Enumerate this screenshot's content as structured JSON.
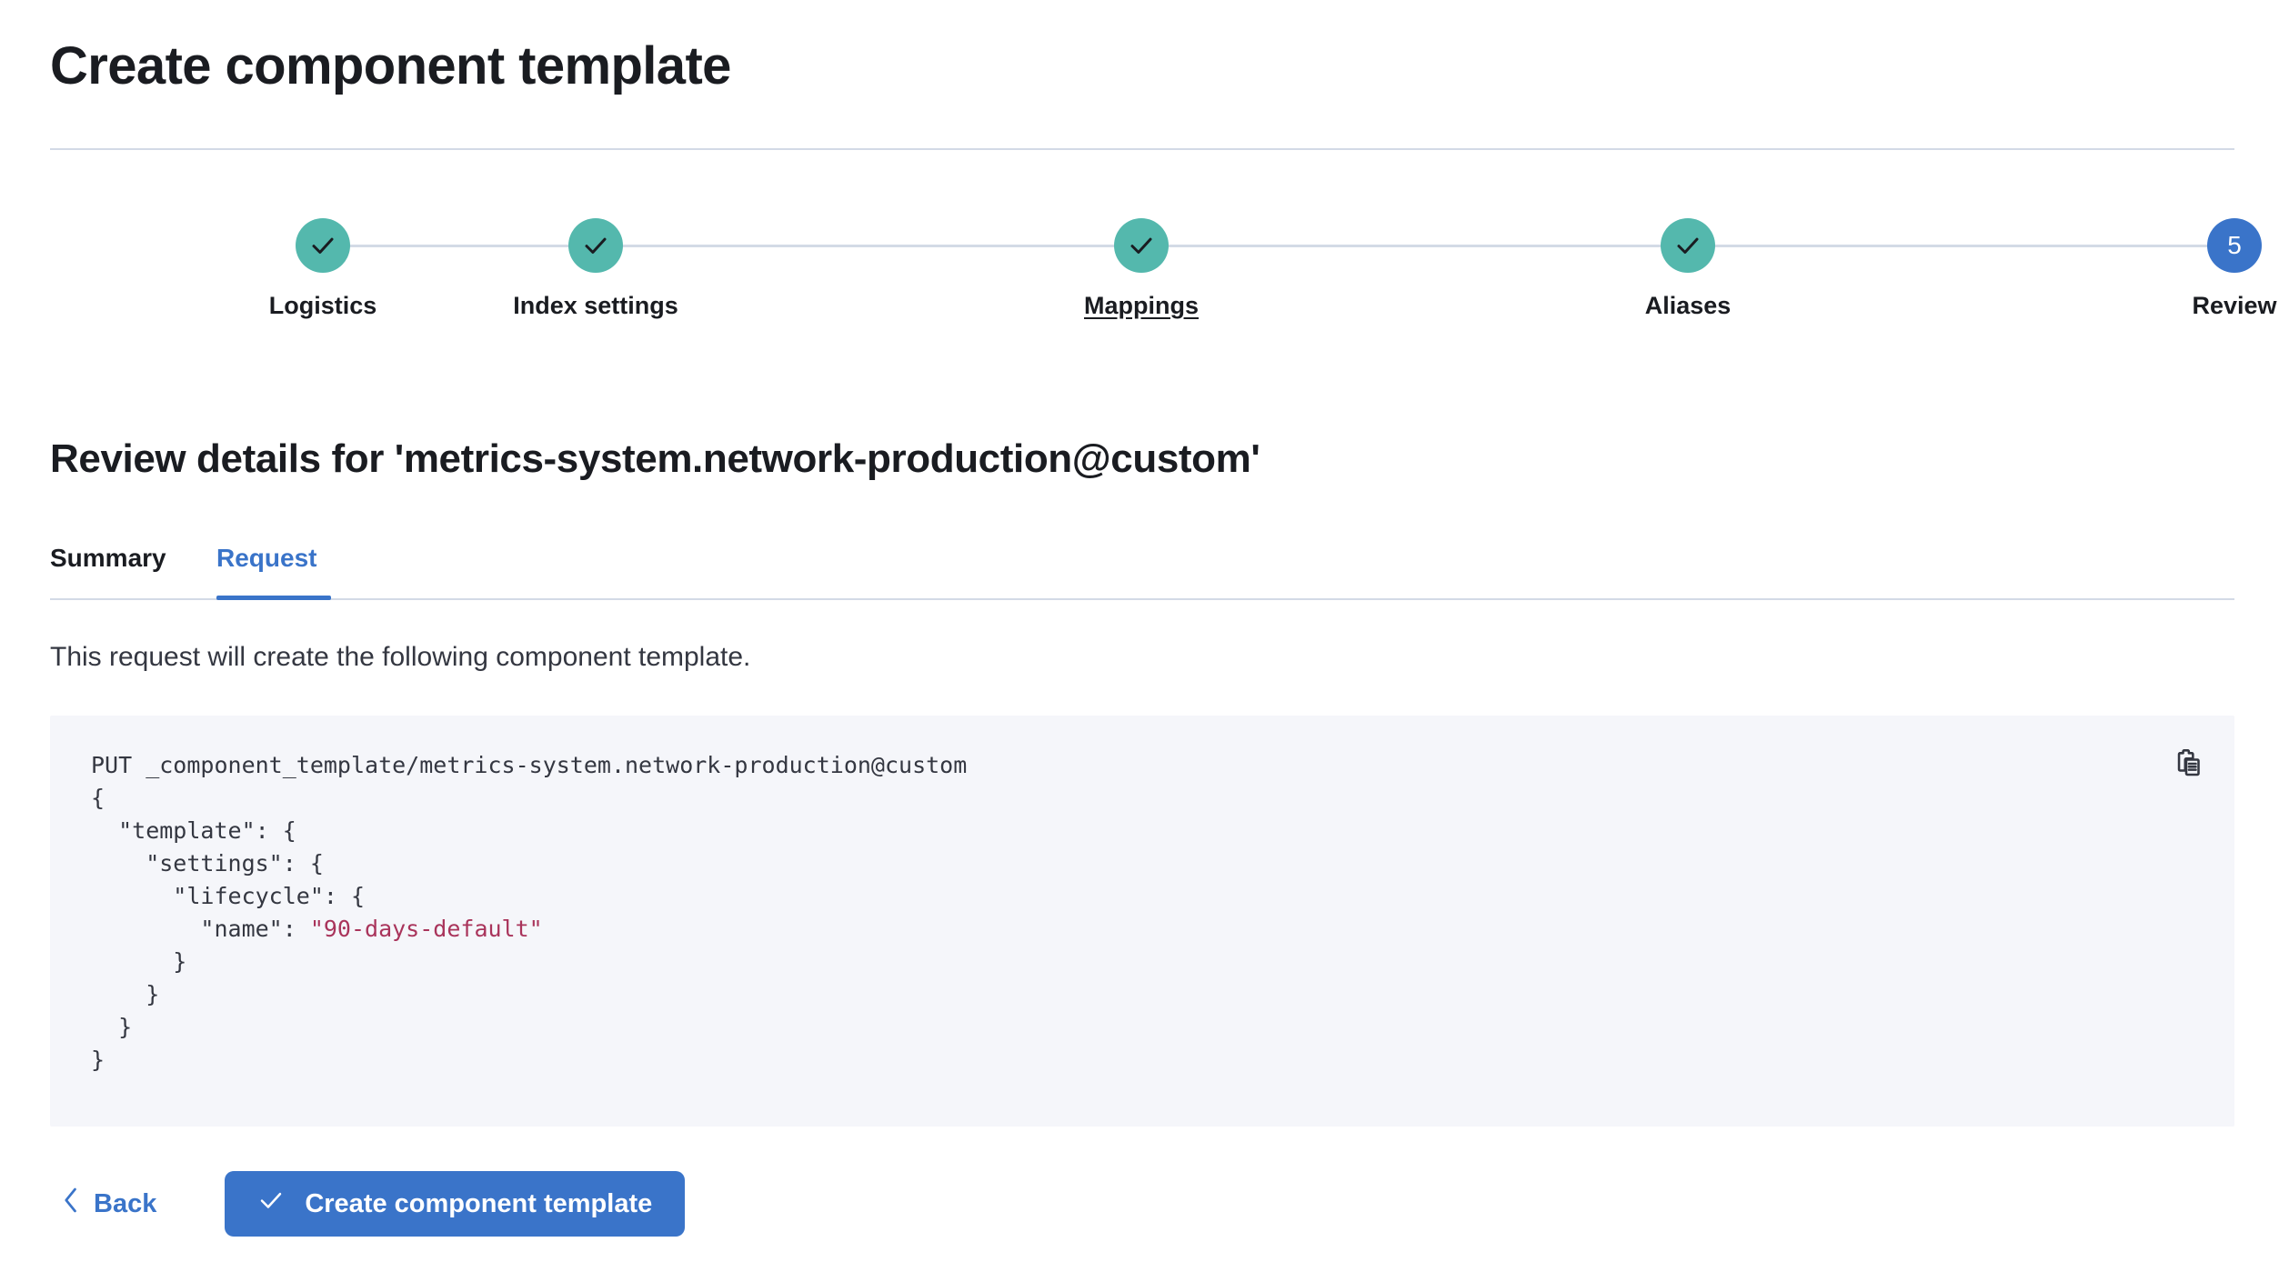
{
  "header": {
    "title": "Create component template"
  },
  "stepper": {
    "steps": [
      {
        "label": "Logistics",
        "state": "done",
        "icon": "check-icon",
        "number": "1"
      },
      {
        "label": "Index settings",
        "state": "done",
        "icon": "check-icon",
        "number": "2"
      },
      {
        "label": "Mappings",
        "state": "done",
        "icon": "check-icon",
        "number": "3",
        "hovered": true
      },
      {
        "label": "Aliases",
        "state": "done",
        "icon": "check-icon",
        "number": "4"
      },
      {
        "label": "Review",
        "state": "current",
        "icon": "number",
        "number": "5"
      }
    ],
    "colors": {
      "done": "#54b8ad",
      "current": "#3a74c9",
      "line": "#d3dae6"
    }
  },
  "review": {
    "section_title": "Review details for 'metrics-system.network-production@custom'",
    "tabs": [
      {
        "label": "Summary",
        "active": false
      },
      {
        "label": "Request",
        "active": true
      }
    ],
    "description": "This request will create the following component template."
  },
  "request": {
    "copy_icon": "clipboard-copy-icon",
    "method_line": "PUT _component_template/metrics-system.network-production@custom",
    "body_lines": [
      "{",
      "  \"template\": {",
      "    \"settings\": {",
      "      \"lifecycle\": {",
      "        \"name\": ",
      "      }",
      "    }",
      "  }",
      "}"
    ],
    "lifecycle_name_value": "\"90-days-default\"",
    "string_color": "#a9345b",
    "background": "#f5f6fa"
  },
  "footer": {
    "back_label": "Back",
    "back_icon": "chevron-left-icon",
    "submit_label": "Create component template",
    "submit_icon": "check-icon",
    "accent_color": "#3a74c9"
  }
}
